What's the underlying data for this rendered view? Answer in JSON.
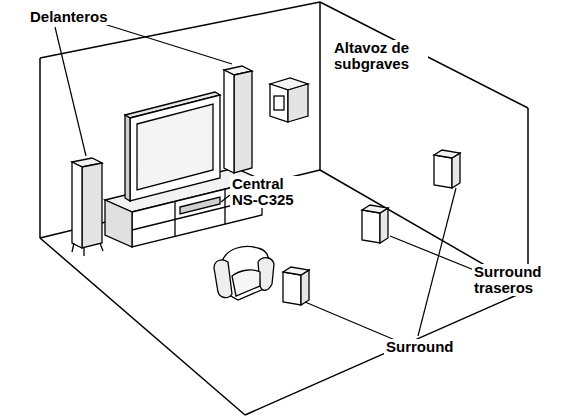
{
  "diagram": {
    "labels": [
      "Delanteros",
      "Altavoz de subgraves",
      "Central NS-C325",
      "Surround traseros",
      "Surround"
    ]
  }
}
